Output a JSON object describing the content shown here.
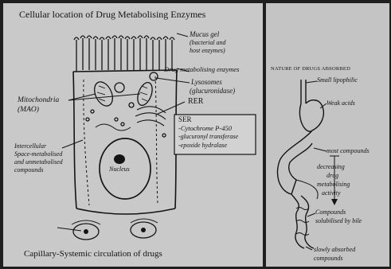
{
  "left_panel": {
    "title": "Cellular location of Drug Metabolising Enzymes",
    "labels": {
      "mucus_gel": "Mucus gel",
      "mucus_gel_sub1": "(bacterial and",
      "mucus_gel_sub2": "host enzymes)",
      "drug_enzymes": "Drug metabolising enzymes",
      "lysosomes": "Lysosomes",
      "lysosomes_sub": "(glucuronidase)",
      "rer": "RER",
      "mitochondria": "Mitochondria",
      "mao": "(MAO)",
      "intercellular1": "Intercellular",
      "intercellular2": "Space-metabolised",
      "intercellular3": "and unmetabolised",
      "intercellular4": "compounds",
      "nucleus": "Nucleus",
      "capillary": "Capillary-Systemic circulation of drugs"
    },
    "ser_box": {
      "title": "SER",
      "items": [
        "-Cytochrome P-450",
        "-glucuronyl transferase",
        "-epoxide hydralase"
      ]
    }
  },
  "right_panel": {
    "title": "NATURE OF DRUGS ABSORBED",
    "labels": {
      "small_lipophilic": "Small lipophilic",
      "weak_acids": "Weak acids",
      "most_compounds": "most compounds",
      "decreasing": "decreasing",
      "drug": "drug",
      "metabolising": "metabolising",
      "activity": "activity",
      "bile1": "Compounds",
      "bile2": "solubilised by bile",
      "slowly1": "slowly absorbed",
      "slowly2": "compounds"
    }
  },
  "colors": {
    "background": "#1f1f1f",
    "paper": "#c9c9c9",
    "ink": "#141414"
  }
}
